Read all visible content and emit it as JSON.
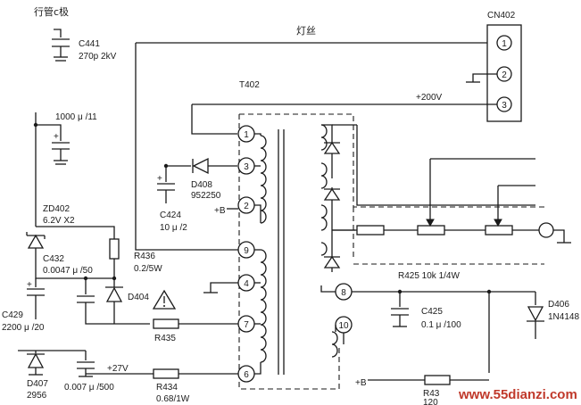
{
  "labels": {
    "hv_cap_title": "行管c极",
    "c441": "C441",
    "c441_val": "270p 2kV",
    "filament": "灯丝",
    "cn402": "CN402",
    "t402": "T402",
    "v200": "+200V",
    "c_1000": "1000 μ /11",
    "d408": "D408",
    "d408_val": "952250",
    "c424": "C424",
    "c424_val": "10 μ /2",
    "plus_b": "+B",
    "zd402": "ZD402",
    "zd402_val": "6.2V X2",
    "c432": "C432",
    "c432_val": "0.0047 μ /50",
    "r436": "R436",
    "r436_val": "0.2/5W",
    "c429": "C429",
    "c429_val": "2200 μ /20",
    "d404": "D404",
    "r435": "R435",
    "d407": "D407",
    "d407_val": "2956",
    "c_007": "0.007 μ /500",
    "v27": "+27V",
    "r434": "R434",
    "r434_val": "0.68/1W",
    "r425": "R425 10k 1/4W",
    "c425": "C425",
    "c425_val": "0.1 μ /100",
    "d406": "D406",
    "d406_val": "1N4148",
    "plus_b2": "+B",
    "r43x": "R43",
    "r43x_val": "120",
    "watermark": "www.55dianzi.com"
  },
  "pins": {
    "cn1": "1",
    "cn2": "2",
    "cn3": "3",
    "t1": "1",
    "t3": "3",
    "t2": "2",
    "t9": "9",
    "t4": "4",
    "t7": "7",
    "t6": "6",
    "t8": "8",
    "t10": "10"
  },
  "icons": {
    "warning": "warning-triangle-icon"
  }
}
